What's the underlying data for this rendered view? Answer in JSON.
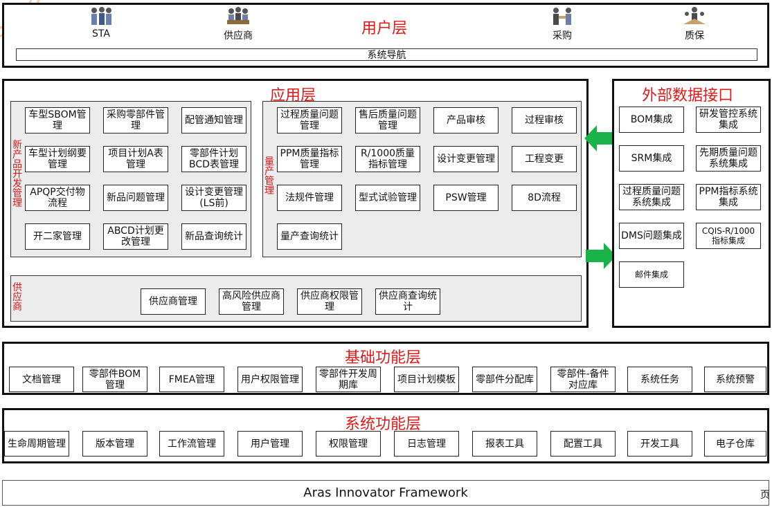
{
  "user_layer": {
    "title": "用户层",
    "users": [
      {
        "label": "STA",
        "icon": "group-people-icon"
      },
      {
        "label": "供应商",
        "icon": "team-meeting-icon"
      },
      {
        "label": "采购",
        "icon": "handshake-people-icon"
      },
      {
        "label": "质保",
        "icon": "quality-team-icon"
      }
    ],
    "nav": "系统导航"
  },
  "app_layer": {
    "title": "应用层",
    "new_product": {
      "section_label": "新产品开发管理",
      "items": [
        "车型SBOM管理",
        "采购零部件管理",
        "配管通知管理",
        "车型计划纲要管理",
        "项目计划A表管理",
        "零部件计划BCD表管理",
        "APQP交付物流程",
        "新品问题管理",
        "设计变更管理(LS前)",
        "开二家管理",
        "ABCD计划更改管理",
        "新品查询统计"
      ]
    },
    "mass_production": {
      "section_label": "量产管理",
      "items": [
        "过程质量问题管理",
        "售后质量问题管理",
        "产品审核",
        "过程审核",
        "PPM质量指标管理",
        "R/1000质量指标管理",
        "设计变更管理",
        "工程变更",
        "法规件管理",
        "型式试验管理",
        "PSW管理",
        "8D流程",
        "量产查询统计"
      ]
    },
    "supplier": {
      "section_label": "供应商",
      "items": [
        "供应商管理",
        "高风险供应商管理",
        "供应商权限管理",
        "供应商查询统计"
      ]
    }
  },
  "external": {
    "title": "外部数据接口",
    "items": [
      "BOM集成",
      "研发管控系统集成",
      "SRM集成",
      "先期质量问题系统集成",
      "过程质量问题系统集成",
      "PPM指标系统集成",
      "DMS问题集成",
      "CQIS-R/1000指标集成",
      "邮件集成"
    ]
  },
  "base_layer": {
    "title": "基础功能层",
    "items": [
      "文档管理",
      "零部件BOM管理",
      "FMEA管理",
      "用户权限管理",
      "零部件开发周期库",
      "项目计划模板",
      "零部件分配库",
      "零部件-备件对应库",
      "系统任务",
      "系统预警"
    ]
  },
  "system_layer": {
    "title": "系统功能层",
    "items": [
      "生命周期管理",
      "版本管理",
      "工作流管理",
      "用户管理",
      "权限管理",
      "日志管理",
      "报表工具",
      "配置工具",
      "开发工具",
      "电子仓库"
    ]
  },
  "framework": {
    "label": "Aras Innovator Framework",
    "corner": "页"
  },
  "colors": {
    "title_red": "#e01818",
    "arrow_green": "#19b34a",
    "panel_gray": "#ececec"
  }
}
